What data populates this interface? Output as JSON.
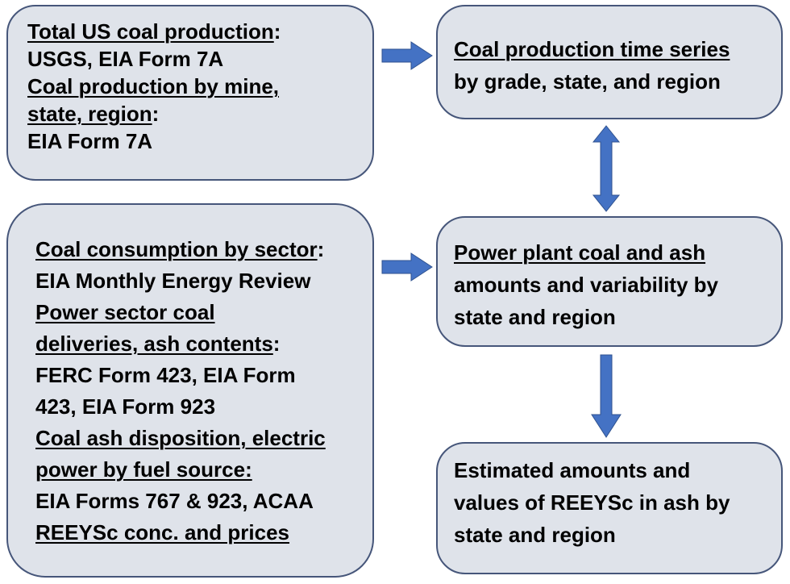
{
  "colors": {
    "box_fill": "#dfe3ea",
    "box_border": "#46567a",
    "arrow": "#4472c4",
    "text": "#000000"
  },
  "box_top_left": {
    "h1": "Total US coal production",
    "h1_suffix": ":",
    "l1": "USGS, EIA Form 7A",
    "h2a": "Coal production by mine,",
    "h2b": "state, region",
    "h2_suffix": ":",
    "l2": "EIA Form 7A"
  },
  "box_bottom_left": {
    "h1": "Coal consumption by sector",
    "h1_suffix": ":",
    "l1": "EIA Monthly Energy Review",
    "h2a": "Power sector coal",
    "h2b": "deliveries, ash contents",
    "h2_suffix": ":",
    "l2a": "FERC Form 423, EIA Form",
    "l2b": "423, EIA Form 923",
    "h3a": "Coal ash disposition, electric",
    "h3b": "power by fuel source:",
    "l3": "EIA Forms 767 & 923, ACAA",
    "h4": "REEYSc conc. and prices"
  },
  "box_top_right": {
    "h1": "Coal production time series",
    "l1": "by grade, state, and region"
  },
  "box_mid_right": {
    "h1": "Power plant coal and ash",
    "l1": "amounts and variability by",
    "l2": "state and region"
  },
  "box_bottom_right": {
    "l1": "Estimated amounts and",
    "l2": "values of REEYSc in ash by",
    "l3": "state and region"
  }
}
